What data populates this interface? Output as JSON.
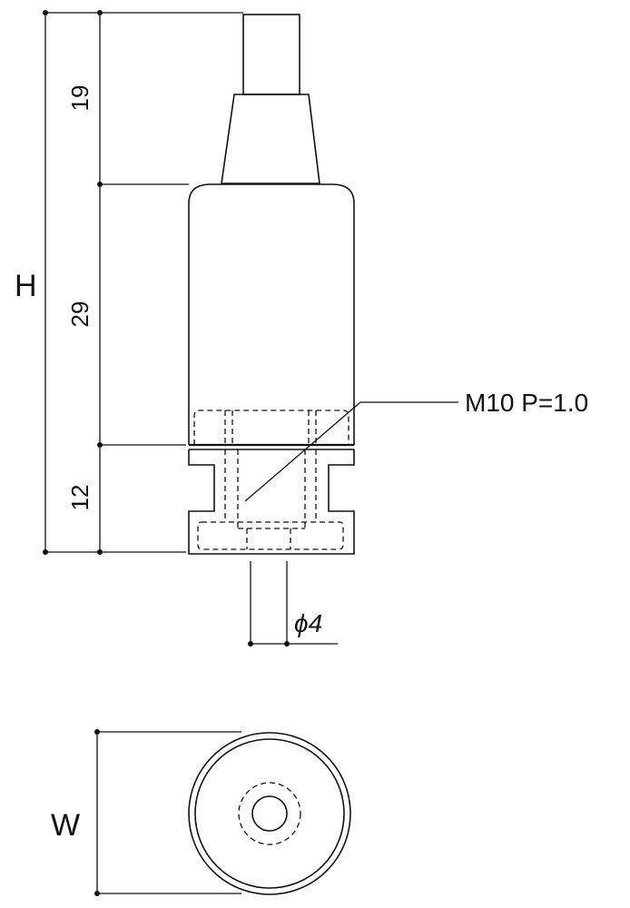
{
  "dimensions": {
    "height_label": "H",
    "width_label": "W",
    "segment_top": "19",
    "segment_middle": "29",
    "segment_bottom": "12",
    "thread": "M10 P=1.0",
    "pin_diameter": "ϕ4"
  }
}
